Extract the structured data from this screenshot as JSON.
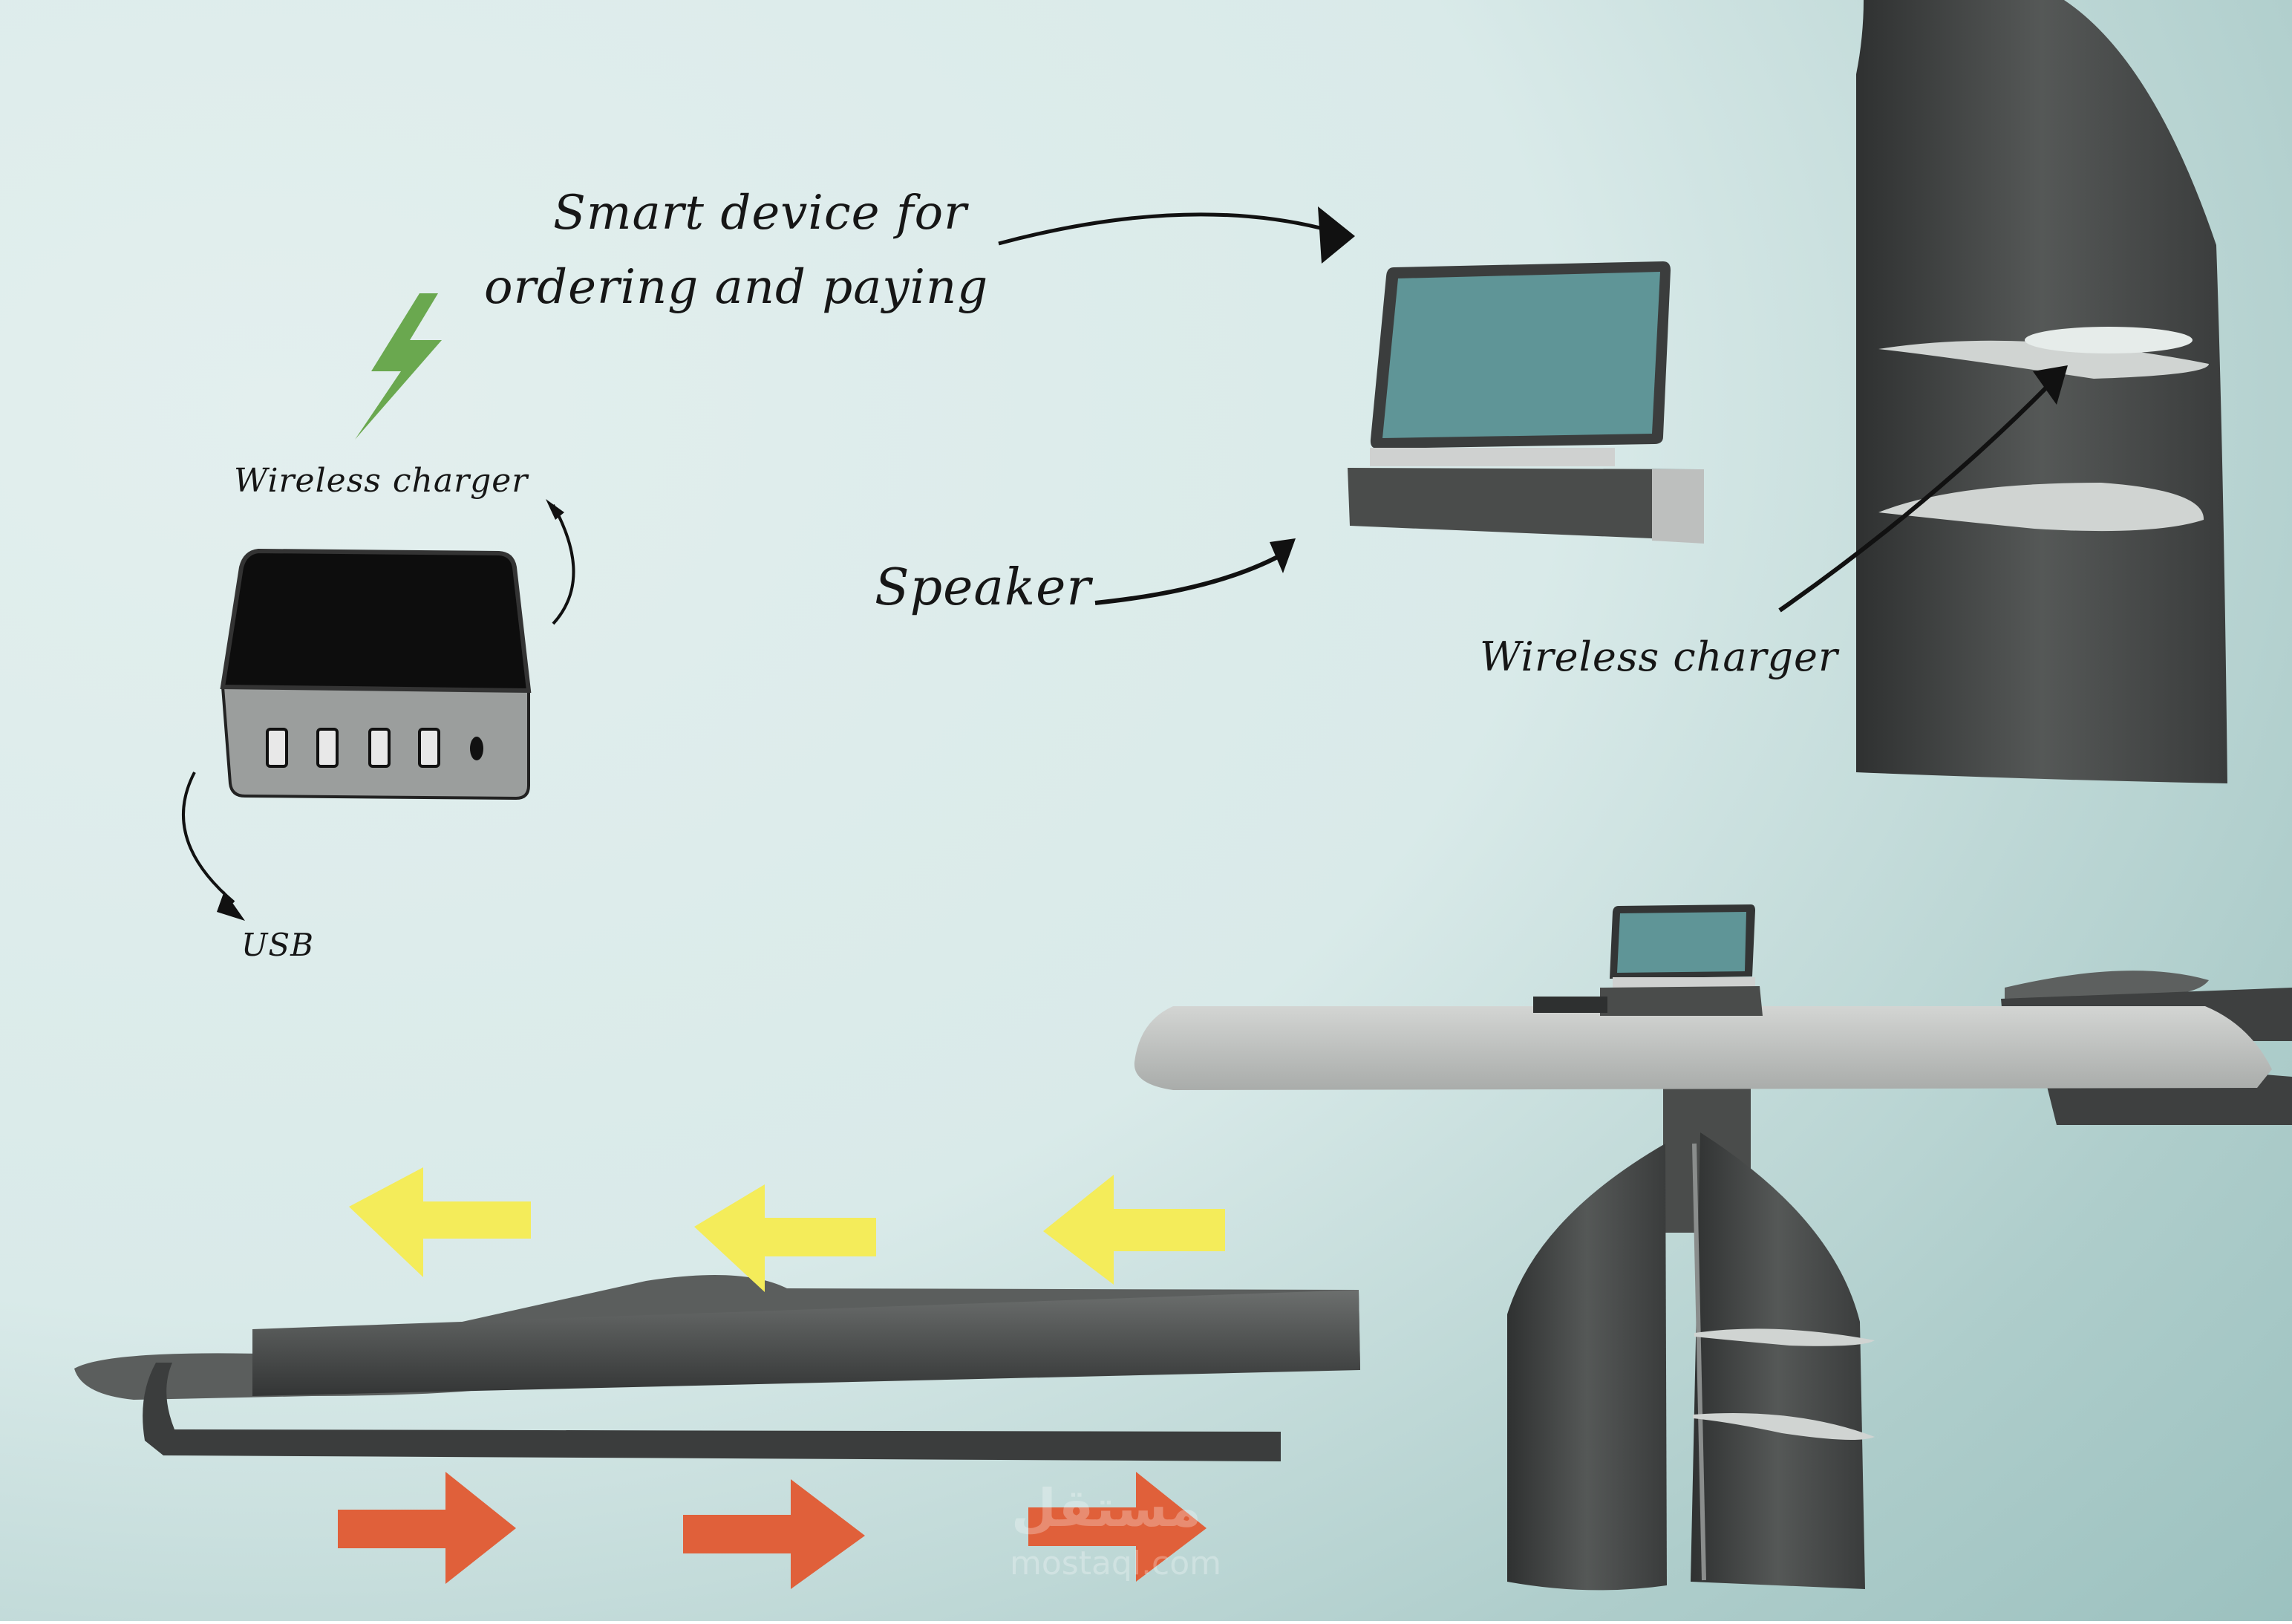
{
  "labels": {
    "smart_device_line1": "Smart device for",
    "smart_device_line2": "ordering and paying",
    "wireless_charger_left": "Wireless charger",
    "usb": "USB",
    "speaker": "Speaker",
    "wireless_charger_right": "Wireless charger"
  },
  "watermark": {
    "text": "مستقل",
    "sub": "mostaql.com"
  },
  "colors": {
    "background_top": "#dcebea",
    "background_bottom": "#9fc3c1",
    "screen": "#5f9597",
    "dark_body": "#4a4c4b",
    "lightning": "#6aa84f",
    "yellow_arrow": "#f4ec5a",
    "orange_arrow": "#e0603a",
    "stone": "#c9cbc9"
  }
}
